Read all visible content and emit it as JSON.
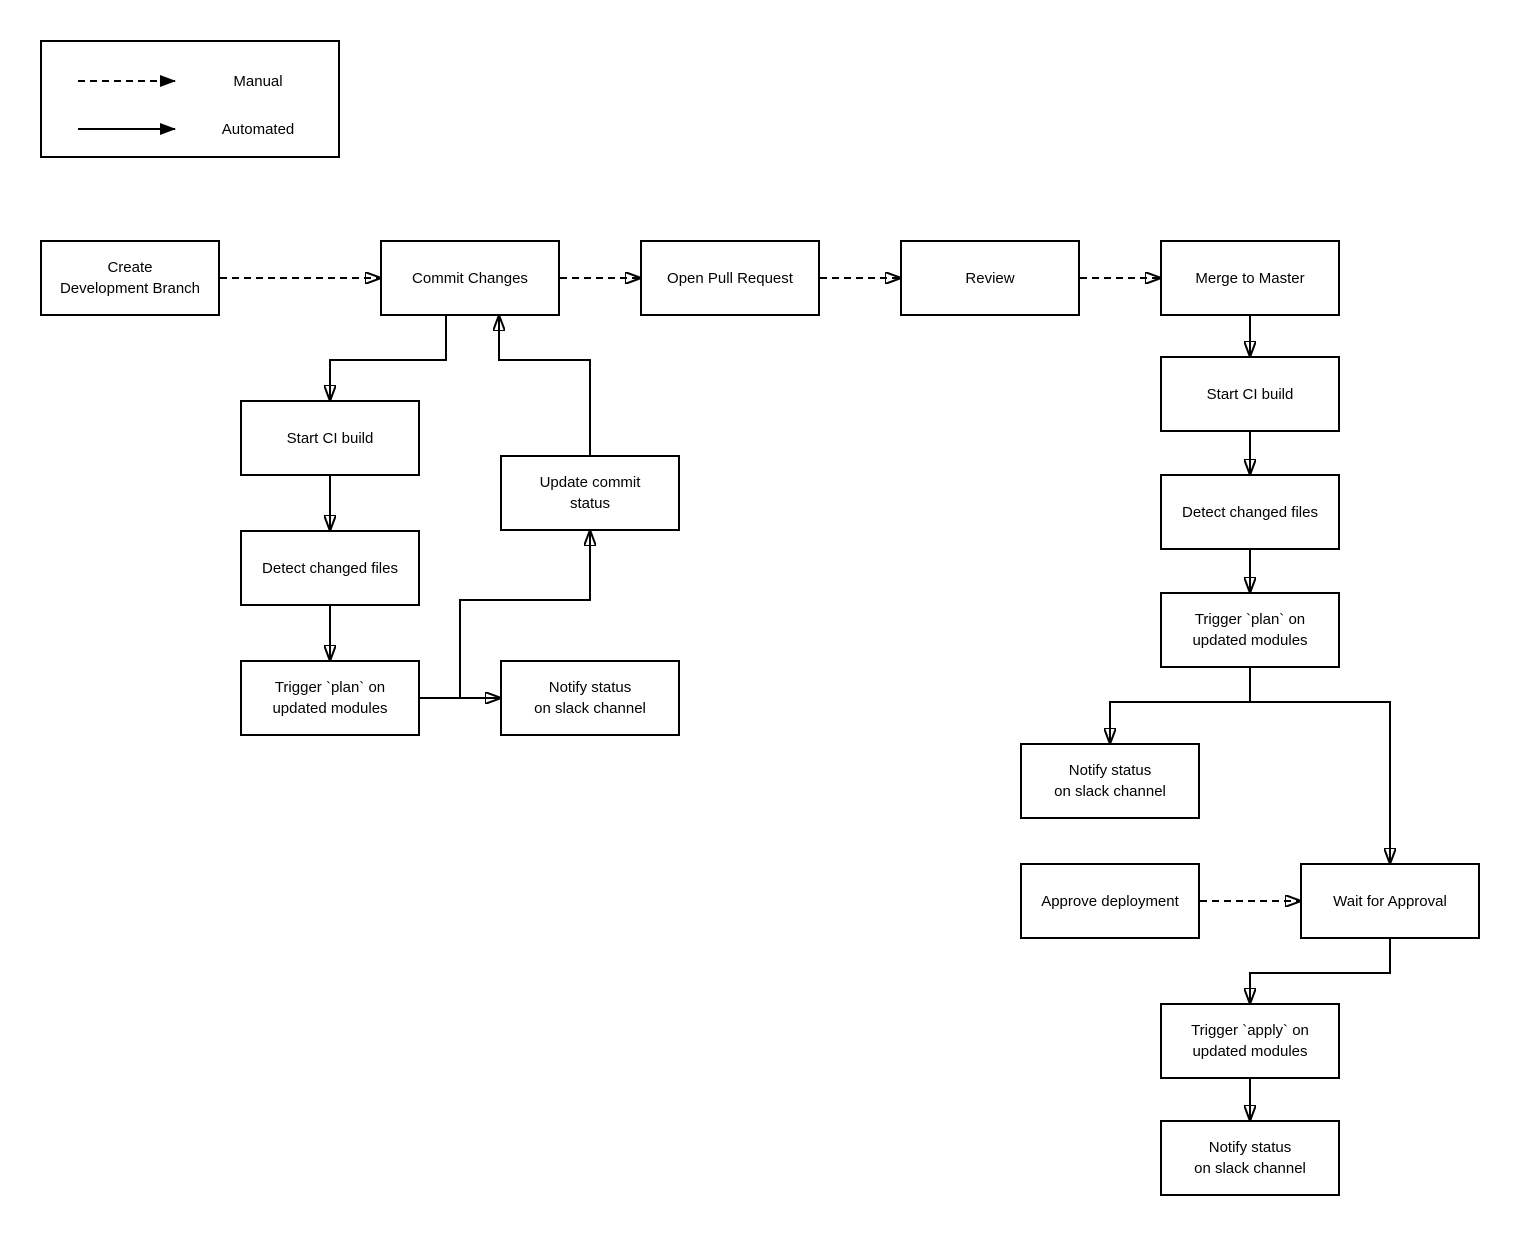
{
  "diagram": {
    "colors": {
      "stroke": "#000000",
      "background": "#ffffff"
    },
    "legend": {
      "manual": "Manual",
      "automated": "Automated"
    },
    "nodes": {
      "create_development_branch": "Create\nDevelopment Branch",
      "commit_changes": "Commit Changes",
      "open_pull_request": "Open Pull Request",
      "review": "Review",
      "merge_to_master": "Merge to Master",
      "start_ci_build_dev": "Start CI build",
      "detect_changed_files_dev": "Detect changed files",
      "trigger_plan_dev": "Trigger `plan` on\nupdated modules",
      "update_commit_status": "Update commit\nstatus",
      "notify_slack_dev": "Notify status\non slack channel",
      "start_ci_build_master": "Start CI build",
      "detect_changed_files_master": "Detect changed files",
      "trigger_plan_master": "Trigger `plan` on\nupdated modules",
      "notify_slack_master": "Notify status\non slack channel",
      "approve_deployment": "Approve deployment",
      "wait_for_approval": "Wait for Approval",
      "trigger_apply": "Trigger `apply` on\nupdated modules",
      "notify_slack_apply": "Notify status\non slack channel"
    },
    "edges": [
      {
        "from": "create_development_branch",
        "to": "commit_changes",
        "type": "manual"
      },
      {
        "from": "commit_changes",
        "to": "open_pull_request",
        "type": "manual"
      },
      {
        "from": "open_pull_request",
        "to": "review",
        "type": "manual"
      },
      {
        "from": "review",
        "to": "merge_to_master",
        "type": "manual"
      },
      {
        "from": "approve_deployment",
        "to": "wait_for_approval",
        "type": "manual"
      },
      {
        "from": "commit_changes",
        "to": "start_ci_build_dev",
        "type": "automated"
      },
      {
        "from": "start_ci_build_dev",
        "to": "detect_changed_files_dev",
        "type": "automated"
      },
      {
        "from": "detect_changed_files_dev",
        "to": "trigger_plan_dev",
        "type": "automated"
      },
      {
        "from": "trigger_plan_dev",
        "to": "notify_slack_dev",
        "type": "automated"
      },
      {
        "from": "trigger_plan_dev",
        "to": "update_commit_status",
        "type": "automated"
      },
      {
        "from": "update_commit_status",
        "to": "commit_changes",
        "type": "automated"
      },
      {
        "from": "merge_to_master",
        "to": "start_ci_build_master",
        "type": "automated"
      },
      {
        "from": "start_ci_build_master",
        "to": "detect_changed_files_master",
        "type": "automated"
      },
      {
        "from": "detect_changed_files_master",
        "to": "trigger_plan_master",
        "type": "automated"
      },
      {
        "from": "trigger_plan_master",
        "to": "notify_slack_master",
        "type": "automated"
      },
      {
        "from": "trigger_plan_master",
        "to": "wait_for_approval",
        "type": "automated"
      },
      {
        "from": "wait_for_approval",
        "to": "trigger_apply",
        "type": "automated"
      },
      {
        "from": "trigger_apply",
        "to": "notify_slack_apply",
        "type": "automated"
      }
    ]
  }
}
